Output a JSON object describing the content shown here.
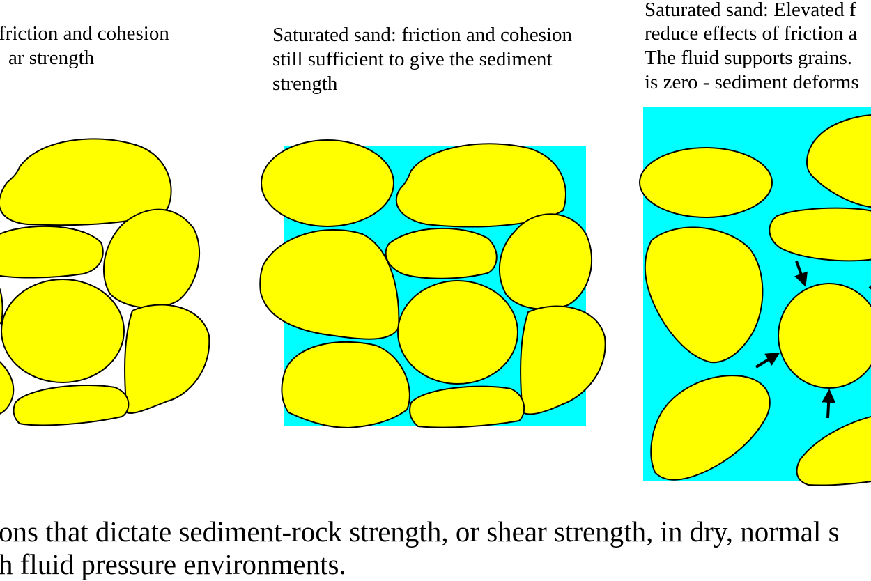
{
  "colors": {
    "grain": "#ffff00",
    "fluid": "#00ffff",
    "outline": "#000000",
    "background": "#ffffff"
  },
  "panels": [
    {
      "caption_lines": [
        "friction and cohesion",
        "ar strength"
      ]
    },
    {
      "caption_lines": [
        "Saturated sand: friction and cohesion",
        "still sufficient to give the sediment",
        "strength"
      ]
    },
    {
      "caption_lines": [
        "Saturated sand: Elevated f",
        "reduce effects of friction a",
        "The fluid supports grains.",
        "is zero - sediment deforms"
      ]
    }
  ],
  "figure_caption_lines": [
    "ons that dictate sediment-rock strength, or shear strength, in dry, normal s",
    "h fluid pressure environments."
  ]
}
